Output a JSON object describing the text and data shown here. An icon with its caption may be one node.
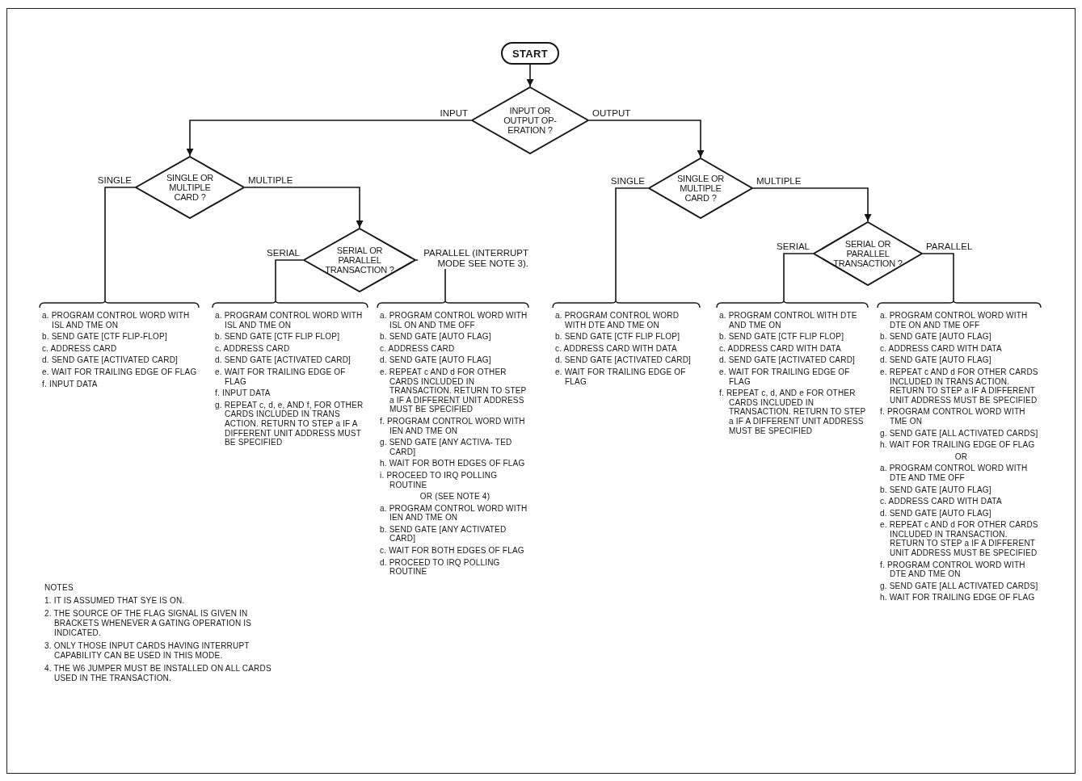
{
  "diagram": {
    "nodes": [
      {
        "text": [
          "START"
        ]
      },
      {
        "text": [
          "INPUT OR OUTPUT OP- ERATION ?"
        ]
      },
      {
        "text": [
          "SINGLE OR MULTIPLE CARD ?"
        ]
      },
      {
        "text": [
          "SERIAL OR PARALLEL TRANSACTION ?"
        ]
      },
      {
        "text": [
          "SINGLE OR MULTIPLE CARD ?"
        ]
      },
      {
        "text": [
          "SERIAL OR PARALLEL TRANSACTION ?"
        ]
      },
      {
        "text": [
          "a. PROGRAM CONTROL WORD WITH ISL AND TME ON",
          "b. SEND GATE [CTF FLIP-FLOP]",
          "c. ADDRESS CARD",
          "d. SEND GATE [ACTIVATED CARD]",
          "e. WAIT FOR TRAILING EDGE OF FLAG",
          "f. INPUT DATA"
        ]
      },
      {
        "text": [
          "a. PROGRAM CONTROL WORD WITH ISL AND TME ON",
          "b. SEND GATE [CTF FLIP FLOP]",
          "c. ADDRESS CARD",
          "d. SEND GATE [ACTIVATED CARD]",
          "e. WAIT FOR TRAILING EDGE OF FLAG",
          "f. INPUT DATA",
          "g. REPEAT c, d, e, AND f, FOR OTHER CARDS INCLUDED IN TRANS ACTION. RETURN TO STEP a IF A DIFFERENT UNIT ADDRESS MUST BE SPECIFIED"
        ]
      },
      {
        "text": [
          "a. PROGRAM CONTROL WORD WITH ISL ON AND TME OFF",
          "b. SEND GATE [AUTO FLAG]",
          "c. ADDRESS CARD",
          "d. SEND GATE [AUTO FLAG]",
          "e. REPEAT c AND d FOR OTHER CARDS INCLUDED IN TRANSACTION. RETURN TO STEP a IF A DIFFERENT UNIT ADDRESS MUST BE SPECIFIED",
          "f. PROGRAM CONTROL WORD WITH IEN AND TME ON",
          "g. SEND GATE [ANY ACTIVA- TED CARD]",
          "h. WAIT FOR BOTH EDGES OF FLAG",
          "i. PROCEED TO IRQ POLLING ROUTINE",
          "OR (SEE NOTE 4)",
          "a. PROGRAM CONTROL WORD WITH IEN AND TME ON",
          "b. SEND GATE [ANY ACTIVATED CARD]",
          "c. WAIT FOR BOTH EDGES OF FLAG",
          "d. PROCEED TO IRQ POLLING ROUTINE"
        ]
      },
      {
        "text": [
          "a. PROGRAM CONTROL WORD WITH DTE AND TME ON",
          "b. SEND GATE [CTF FLIP FLOP]",
          "c. ADDRESS CARD WITH DATA",
          "d. SEND GATE [ACTIVATED CARD]",
          "e. WAIT FOR TRAILING EDGE OF FLAG"
        ]
      },
      {
        "text": [
          "a. PROGRAM CONTROL WITH DTE AND TME ON",
          "b. SEND GATE [CTF FLIP FLOP]",
          "c. ADDRESS CARD WITH DATA",
          "d. SEND GATE [ACTIVATED CARD]",
          "e. WAIT FOR TRAILING EDGE OF FLAG",
          "f. REPEAT c, d, AND e FOR OTHER CARDS INCLUDED IN TRANSACTION. RETURN TO STEP a IF A DIFFERENT UNIT ADDRESS MUST BE SPECIFIED"
        ]
      },
      {
        "text": [
          "a. PROGRAM CONTROL WORD WITH DTE ON AND TME OFF",
          "b. SEND GATE [AUTO FLAG]",
          "c. ADDRESS CARD WITH DATA",
          "d. SEND GATE [AUTO FLAG]",
          "e. REPEAT c AND d FOR OTHER CARDS INCLUDED IN TRANS ACTION. RETURN TO STEP a IF A DIFFERENT UNIT ADDRESS MUST BE SPECIFIED",
          "f. PROGRAM CONTROL WORD WITH TME ON",
          "g. SEND GATE [ALL ACTIVATED CARDS]",
          "h. WAIT FOR TRAILING EDGE OF FLAG",
          "OR",
          "a. PROGRAM CONTROL WORD WITH DTE AND TME OFF",
          "b. SEND GATE [AUTO FLAG]",
          "c. ADDRESS CARD WITH DATA",
          "d. SEND GATE [AUTO FLAG]",
          "e. REPEAT c AND d FOR OTHER CARDS INCLUDED IN TRANSACTION. RETURN TO STEP a IF A DIFFERENT UNIT ADDRESS MUST BE SPECIFIED",
          "f. PROGRAM CONTROL WORD WITH DTE AND TME ON",
          "g. SEND GATE [ALL ACTIVATED CARDS]",
          "h. WAIT FOR TRAILING EDGE OF FLAG"
        ]
      }
    ],
    "edges": [
      {
        "from": 0,
        "to": 1,
        "arrow": "to"
      },
      {
        "from": 1,
        "to": 2,
        "arrow": "to",
        "label": "INPUT"
      },
      {
        "from": 1,
        "to": 4,
        "arrow": "to",
        "label": "OUTPUT"
      },
      {
        "from": 2,
        "to": 6,
        "arrow": "none",
        "label": "SINGLE"
      },
      {
        "from": 2,
        "to": 3,
        "arrow": "to",
        "label": "MULTIPLE"
      },
      {
        "from": 3,
        "to": 7,
        "arrow": "none",
        "label": "SERIAL"
      },
      {
        "from": 3,
        "to": 8,
        "arrow": "none",
        "label": "PARALLEL (INTERRUPT MODE SEE NOTE 3)."
      },
      {
        "from": 4,
        "to": 9,
        "arrow": "none",
        "label": "SINGLE"
      },
      {
        "from": 4,
        "to": 5,
        "arrow": "to",
        "label": "MULTIPLE"
      },
      {
        "from": 5,
        "to": 10,
        "arrow": "none",
        "label": "SERIAL"
      },
      {
        "from": 5,
        "to": 11,
        "arrow": "none",
        "label": "PARALLEL"
      }
    ],
    "labels": [
      "NOTES",
      "1. IT IS ASSUMED THAT SYE IS ON.",
      "2. THE SOURCE OF THE FLAG SIGNAL IS GIVEN IN BRACKETS WHENEVER A GATING OPERATION IS INDICATED.",
      "3. ONLY THOSE INPUT CARDS HAVING INTERRUPT CAPABILITY CAN BE USED IN THIS MODE.",
      "4. THE W6 JUMPER MUST BE INSTALLED ON ALL CARDS USED IN THE TRANSACTION."
    ]
  }
}
